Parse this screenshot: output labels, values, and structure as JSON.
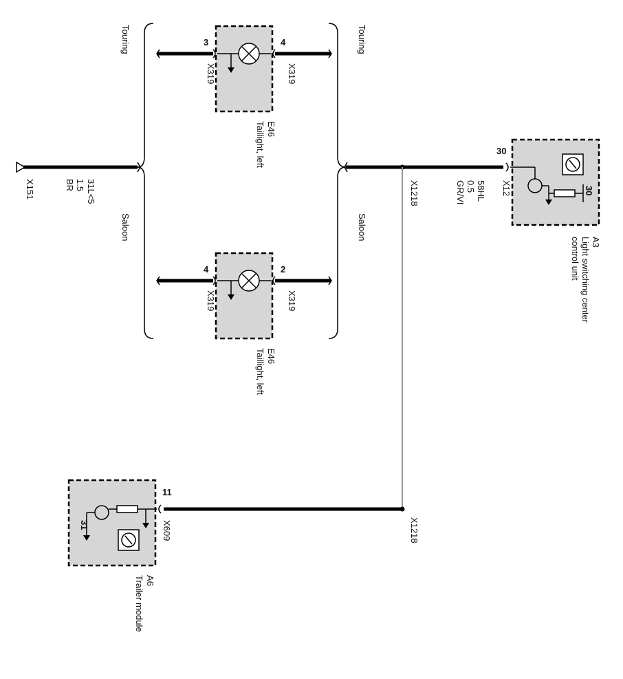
{
  "ground": {
    "name": "X151",
    "wire_code": "31L<5",
    "wire_size": "1.5",
    "wire_color": "BR"
  },
  "variants": {
    "touring": "Touring",
    "saloon": "Saloon"
  },
  "taillight_touring": {
    "id": "E46",
    "name": "Taillight, left",
    "pin_left": "3",
    "pin_right": "4",
    "connector_left": "X319",
    "connector_right": "X319"
  },
  "taillight_saloon": {
    "id": "E46",
    "name": "Taillight, left",
    "pin_left": "4",
    "pin_right": "2",
    "connector_left": "X319",
    "connector_right": "X319"
  },
  "splice_top": "X1218",
  "splice_bottom": "X1218",
  "main_wire": {
    "code": "58HL",
    "size": "0.5",
    "color": "GR/VI"
  },
  "lscu": {
    "id": "A3",
    "name": "Light switching center control unit",
    "name_line1": "Light switching center",
    "name_line2": "control unit",
    "pin": "30",
    "connector": "X12",
    "internal_label": "30"
  },
  "trailer": {
    "id": "A6",
    "name": "Trailer module",
    "pin": "11",
    "connector": "X609",
    "internal_label": "31"
  }
}
